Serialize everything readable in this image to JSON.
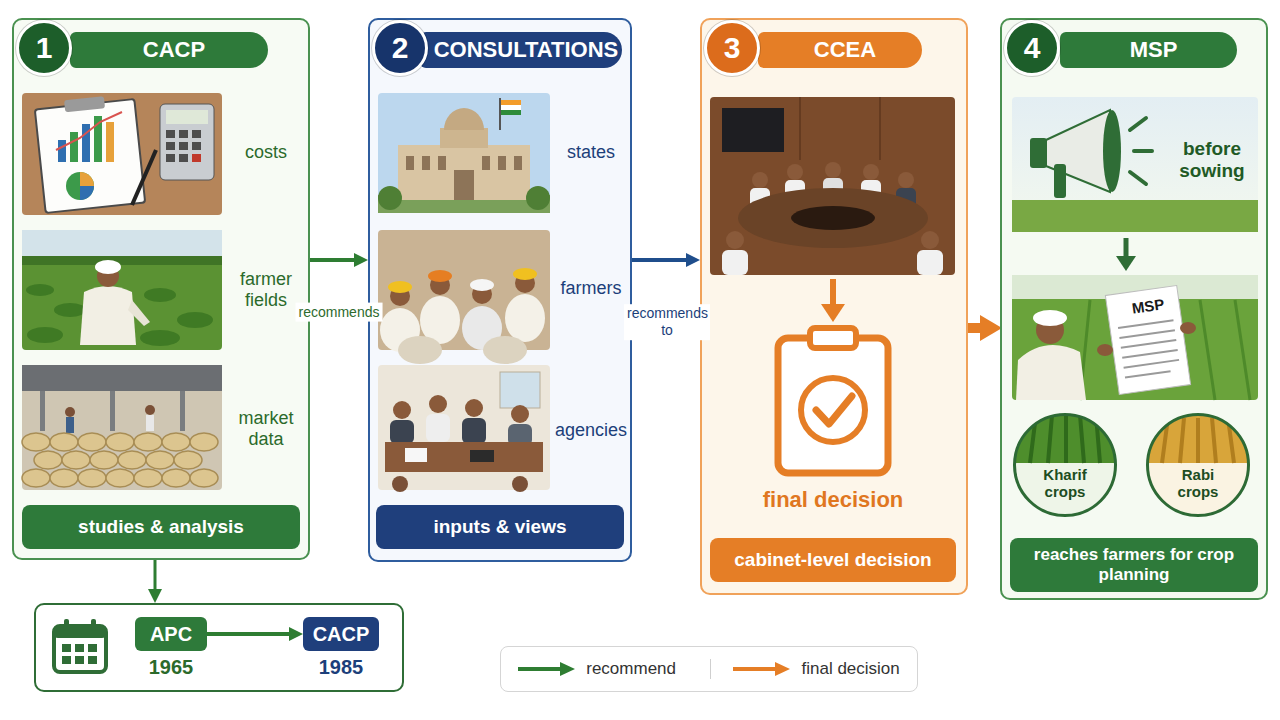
{
  "diagram": {
    "nodes": [
      {
        "text": [
          "1",
          "CACP",
          "costs",
          "farmer fields",
          "market data"
        ]
      },
      {
        "text": [
          "studies & analysis"
        ],
        "in": 0
      },
      {
        "text": []
      },
      {
        "text": [
          "APC",
          "1965"
        ],
        "in": 2
      },
      {
        "text": [
          "CACP",
          "1985"
        ],
        "in": 2
      },
      {
        "text": [
          "2",
          "CONSULTATIONS",
          "states",
          "farmers",
          "agencies"
        ]
      },
      {
        "text": [
          "inputs & views"
        ],
        "in": 5
      },
      {
        "text": [
          "3",
          "CCEA",
          "final decision"
        ]
      },
      {
        "text": [
          "cabinet-level decision"
        ],
        "in": 7
      },
      {
        "text": [
          "4",
          "MSP",
          "before sowing"
        ]
      },
      {
        "text": [
          "Kharif crops"
        ],
        "in": 9
      },
      {
        "text": [
          "Rabi crops"
        ],
        "in": 9
      },
      {
        "text": [
          "reaches farmers for crop planning"
        ],
        "in": 9
      }
    ],
    "edges": [
      {
        "from": 0,
        "to": 5,
        "label": "recommends",
        "arrow": "to"
      },
      {
        "from": 5,
        "to": 7,
        "label": "recommends to",
        "arrow": "to"
      },
      {
        "from": 7,
        "to": 9,
        "arrow": "to"
      },
      {
        "from": 0,
        "to": 2,
        "arrow": "to"
      },
      {
        "from": 3,
        "to": 4,
        "arrow": "to"
      }
    ],
    "labels": [
      "MSP"
    ],
    "legend": [
      {
        "text": "recommend"
      },
      {
        "text": "final decision"
      }
    ]
  }
}
